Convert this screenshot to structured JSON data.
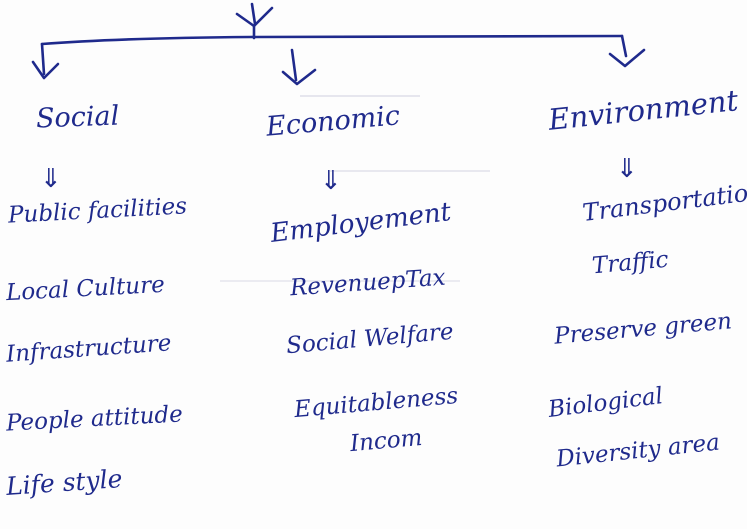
{
  "categories": [
    {
      "title": "Social",
      "items": [
        "Public facilities",
        "Local Culture",
        "Infrastructure",
        "People attitude",
        "Life style"
      ]
    },
    {
      "title": "Economic",
      "items": [
        "Employement",
        "RevenuepTax",
        "Social Welfare",
        "Equitableness",
        "Incom"
      ]
    },
    {
      "title": "Environment",
      "items": [
        "Transportation",
        "Traffic",
        "Preserve green",
        "Biological",
        "Diversity area"
      ]
    }
  ],
  "colors": {
    "ink": "#1f2a8c",
    "paper": "#fdfdfd",
    "show_through": "#d9d9e2"
  }
}
